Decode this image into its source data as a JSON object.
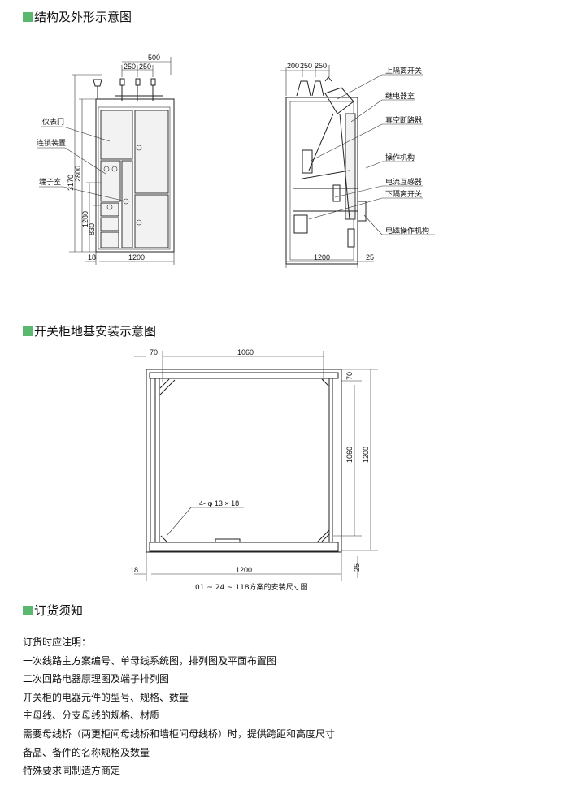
{
  "sections": {
    "structure": {
      "title": "结构及外形示意图"
    },
    "foundation": {
      "title": "开关柜地基安装示意图"
    },
    "ordering": {
      "title": "订货须知"
    }
  },
  "accent_color": "#5bb86f",
  "front_view": {
    "dims": {
      "top_total": "500",
      "top_a": "250",
      "top_b": "250",
      "h_total": "3170",
      "h_cabinet": "2800",
      "h_1280": "1280",
      "h_830": "830",
      "offset": "18",
      "width": "1200"
    },
    "labels": {
      "meter_door": "仪表门",
      "interlock": "连锁装置",
      "terminal_room": "端子室"
    }
  },
  "side_view": {
    "dims": {
      "top_a": "200",
      "top_b": "250",
      "top_c": "250",
      "width": "1200",
      "offset": "25"
    },
    "labels": {
      "upper_isolator": "上隔离开关",
      "relay_room": "继电器室",
      "vacuum_breaker": "真空断路器",
      "operating_mechanism": "操作机构",
      "current_transformer": "电流互感器",
      "lower_isolator": "下隔离开关",
      "em_mechanism": "电磁操作机构"
    }
  },
  "foundation_plan": {
    "dims": {
      "top_offset": "70",
      "top_inner": "1060",
      "right_offset": "70",
      "right_inner": "1060",
      "right_total": "1200",
      "bottom_total": "1200",
      "left_offset": "18",
      "bottom_offset": "25"
    },
    "holes": "4- φ 13 × 18",
    "caption": "01 ~ 24 ~ 118方案的安装尺寸图"
  },
  "ordering_notes": [
    "订货时应注明：",
    "一次线路主方案编号、单母线系统图，排列图及平面布置图",
    "二次回路电器原理图及端子排列图",
    "开关柜的电器元件的型号、规格、数量",
    "主母线、分支母线的规格、材质",
    "需要母线桥（两更柜间母线桥和墙柜间母线桥）时，提供跨距和高度尺寸",
    "备品、备件的名称规格及数量",
    "特殊要求同制造方商定"
  ]
}
